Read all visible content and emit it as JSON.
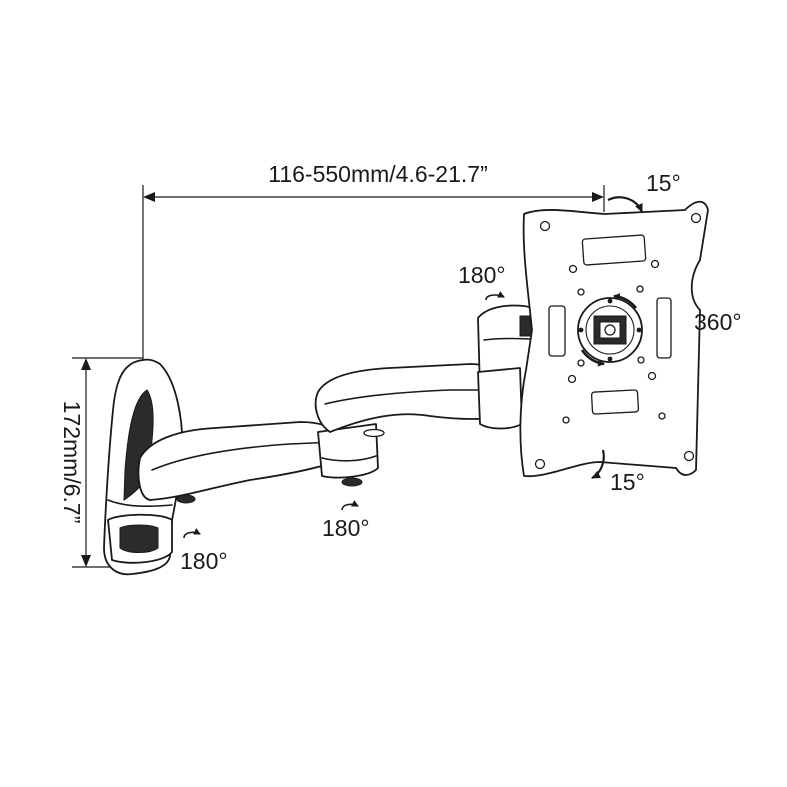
{
  "dimensions": {
    "extension_label": "116-550mm/4.6-21.7”",
    "height_label": "172mm/6.7”"
  },
  "rotations": {
    "tilt_top": "15°",
    "tilt_bottom": "15°",
    "rotation_plate": "360°",
    "swivel_head": "180°",
    "swivel_elbow": "180°",
    "swivel_wall": "180°"
  },
  "icons": {
    "tilt_arrow": "curved-arrow-icon",
    "rotate_arrow": "rotate-arrow-icon",
    "swivel_arrow": "swivel-arrow-icon"
  },
  "colors": {
    "line": "#1a1a1a",
    "fill": "#ffffff",
    "shade": "#2b2b2b"
  }
}
